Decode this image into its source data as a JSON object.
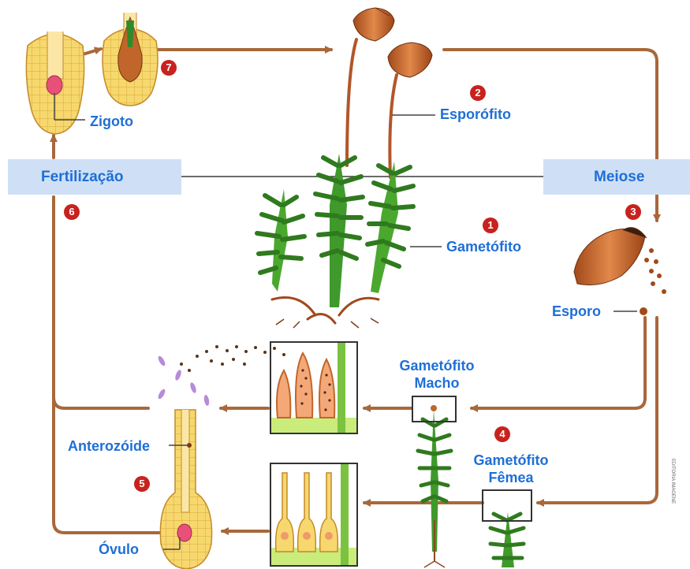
{
  "labels": {
    "zigoto": "Zigoto",
    "esporofito": "Esporófito",
    "fertilizacao": "Fertilização",
    "meiose": "Meiose",
    "gametofito": "Gametófito",
    "esporo": "Esporo",
    "gametofito_macho_line1": "Gametófito",
    "gametofito_macho_line2": "Macho",
    "gametofito_femea_line1": "Gametófito",
    "gametofito_femea_line2": "Fêmea",
    "anterozoide": "Anterozóide",
    "ovulo": "Óvulo"
  },
  "steps": {
    "s1": "1",
    "s2": "2",
    "s3": "3",
    "s4": "4",
    "s5": "5",
    "s6": "6",
    "s7": "7"
  },
  "credit": "EDITORIA IMAGENE",
  "colors": {
    "arrow": "#a9683a",
    "label": "#1e6fd6",
    "box": "#cfe0f6",
    "badge": "#c8221e",
    "capsule": "#c0662a",
    "stem": "#b2562a",
    "leaf": "#3f9a2b",
    "tissue": "#f5d56a"
  }
}
